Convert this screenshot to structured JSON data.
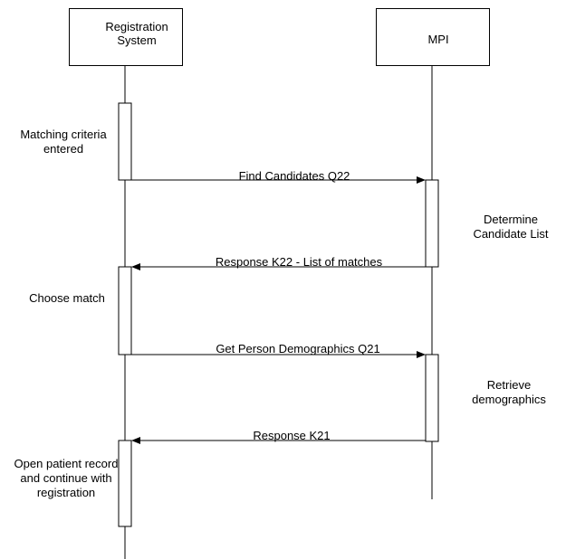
{
  "participants": {
    "registration": "Registration\nSystem",
    "mpi": "MPI"
  },
  "messages": {
    "find_candidates": "Find Candidates Q22",
    "response_k22": "Response K22 - List of matches",
    "get_demographics": "Get Person Demographics Q21",
    "response_k21": "Response K21"
  },
  "notes": {
    "matching_criteria": "Matching criteria\nentered",
    "determine_candidate": "Determine\nCandidate List",
    "choose_match": "Choose match",
    "retrieve_demographics": "Retrieve\ndemographics",
    "open_record": "Open patient record\nand continue with\nregistration"
  }
}
